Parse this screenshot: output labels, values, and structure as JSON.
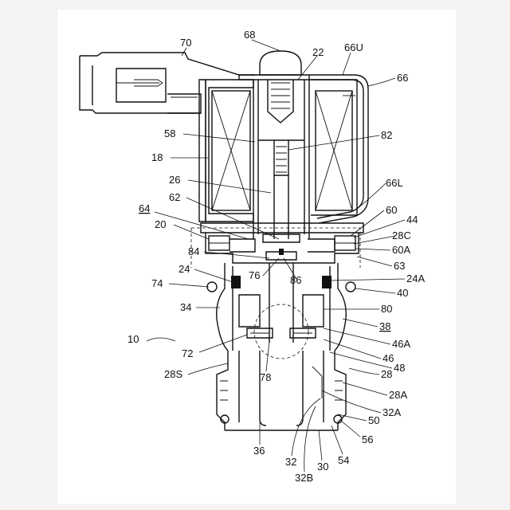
{
  "labels": [
    {
      "id": "68",
      "text": "68"
    },
    {
      "id": "70",
      "text": "70"
    },
    {
      "id": "22",
      "text": "22"
    },
    {
      "id": "66U",
      "text": "66U"
    },
    {
      "id": "66",
      "text": "66"
    },
    {
      "id": "58",
      "text": "58"
    },
    {
      "id": "82",
      "text": "82"
    },
    {
      "id": "18",
      "text": "18"
    },
    {
      "id": "26",
      "text": "26"
    },
    {
      "id": "66L",
      "text": "66L"
    },
    {
      "id": "62",
      "text": "62"
    },
    {
      "id": "64",
      "text": "64"
    },
    {
      "id": "60",
      "text": "60"
    },
    {
      "id": "20",
      "text": "20"
    },
    {
      "id": "44",
      "text": "44"
    },
    {
      "id": "28C",
      "text": "28C"
    },
    {
      "id": "84",
      "text": "84"
    },
    {
      "id": "60A",
      "text": "60A"
    },
    {
      "id": "63",
      "text": "63"
    },
    {
      "id": "24",
      "text": "24"
    },
    {
      "id": "76",
      "text": "76"
    },
    {
      "id": "86",
      "text": "86"
    },
    {
      "id": "24A",
      "text": "24A"
    },
    {
      "id": "74",
      "text": "74"
    },
    {
      "id": "40",
      "text": "40"
    },
    {
      "id": "34",
      "text": "34"
    },
    {
      "id": "80",
      "text": "80"
    },
    {
      "id": "38",
      "text": "38"
    },
    {
      "id": "10",
      "text": "10"
    },
    {
      "id": "46A",
      "text": "46A"
    },
    {
      "id": "72",
      "text": "72"
    },
    {
      "id": "46",
      "text": "46"
    },
    {
      "id": "78",
      "text": "78"
    },
    {
      "id": "48",
      "text": "48"
    },
    {
      "id": "28S",
      "text": "28S"
    },
    {
      "id": "28",
      "text": "28"
    },
    {
      "id": "28A",
      "text": "28A"
    },
    {
      "id": "32A",
      "text": "32A"
    },
    {
      "id": "50",
      "text": "50"
    },
    {
      "id": "36",
      "text": "36"
    },
    {
      "id": "56",
      "text": "56"
    },
    {
      "id": "32",
      "text": "32"
    },
    {
      "id": "54",
      "text": "54"
    },
    {
      "id": "30",
      "text": "30"
    },
    {
      "id": "32B",
      "text": "32B"
    }
  ]
}
